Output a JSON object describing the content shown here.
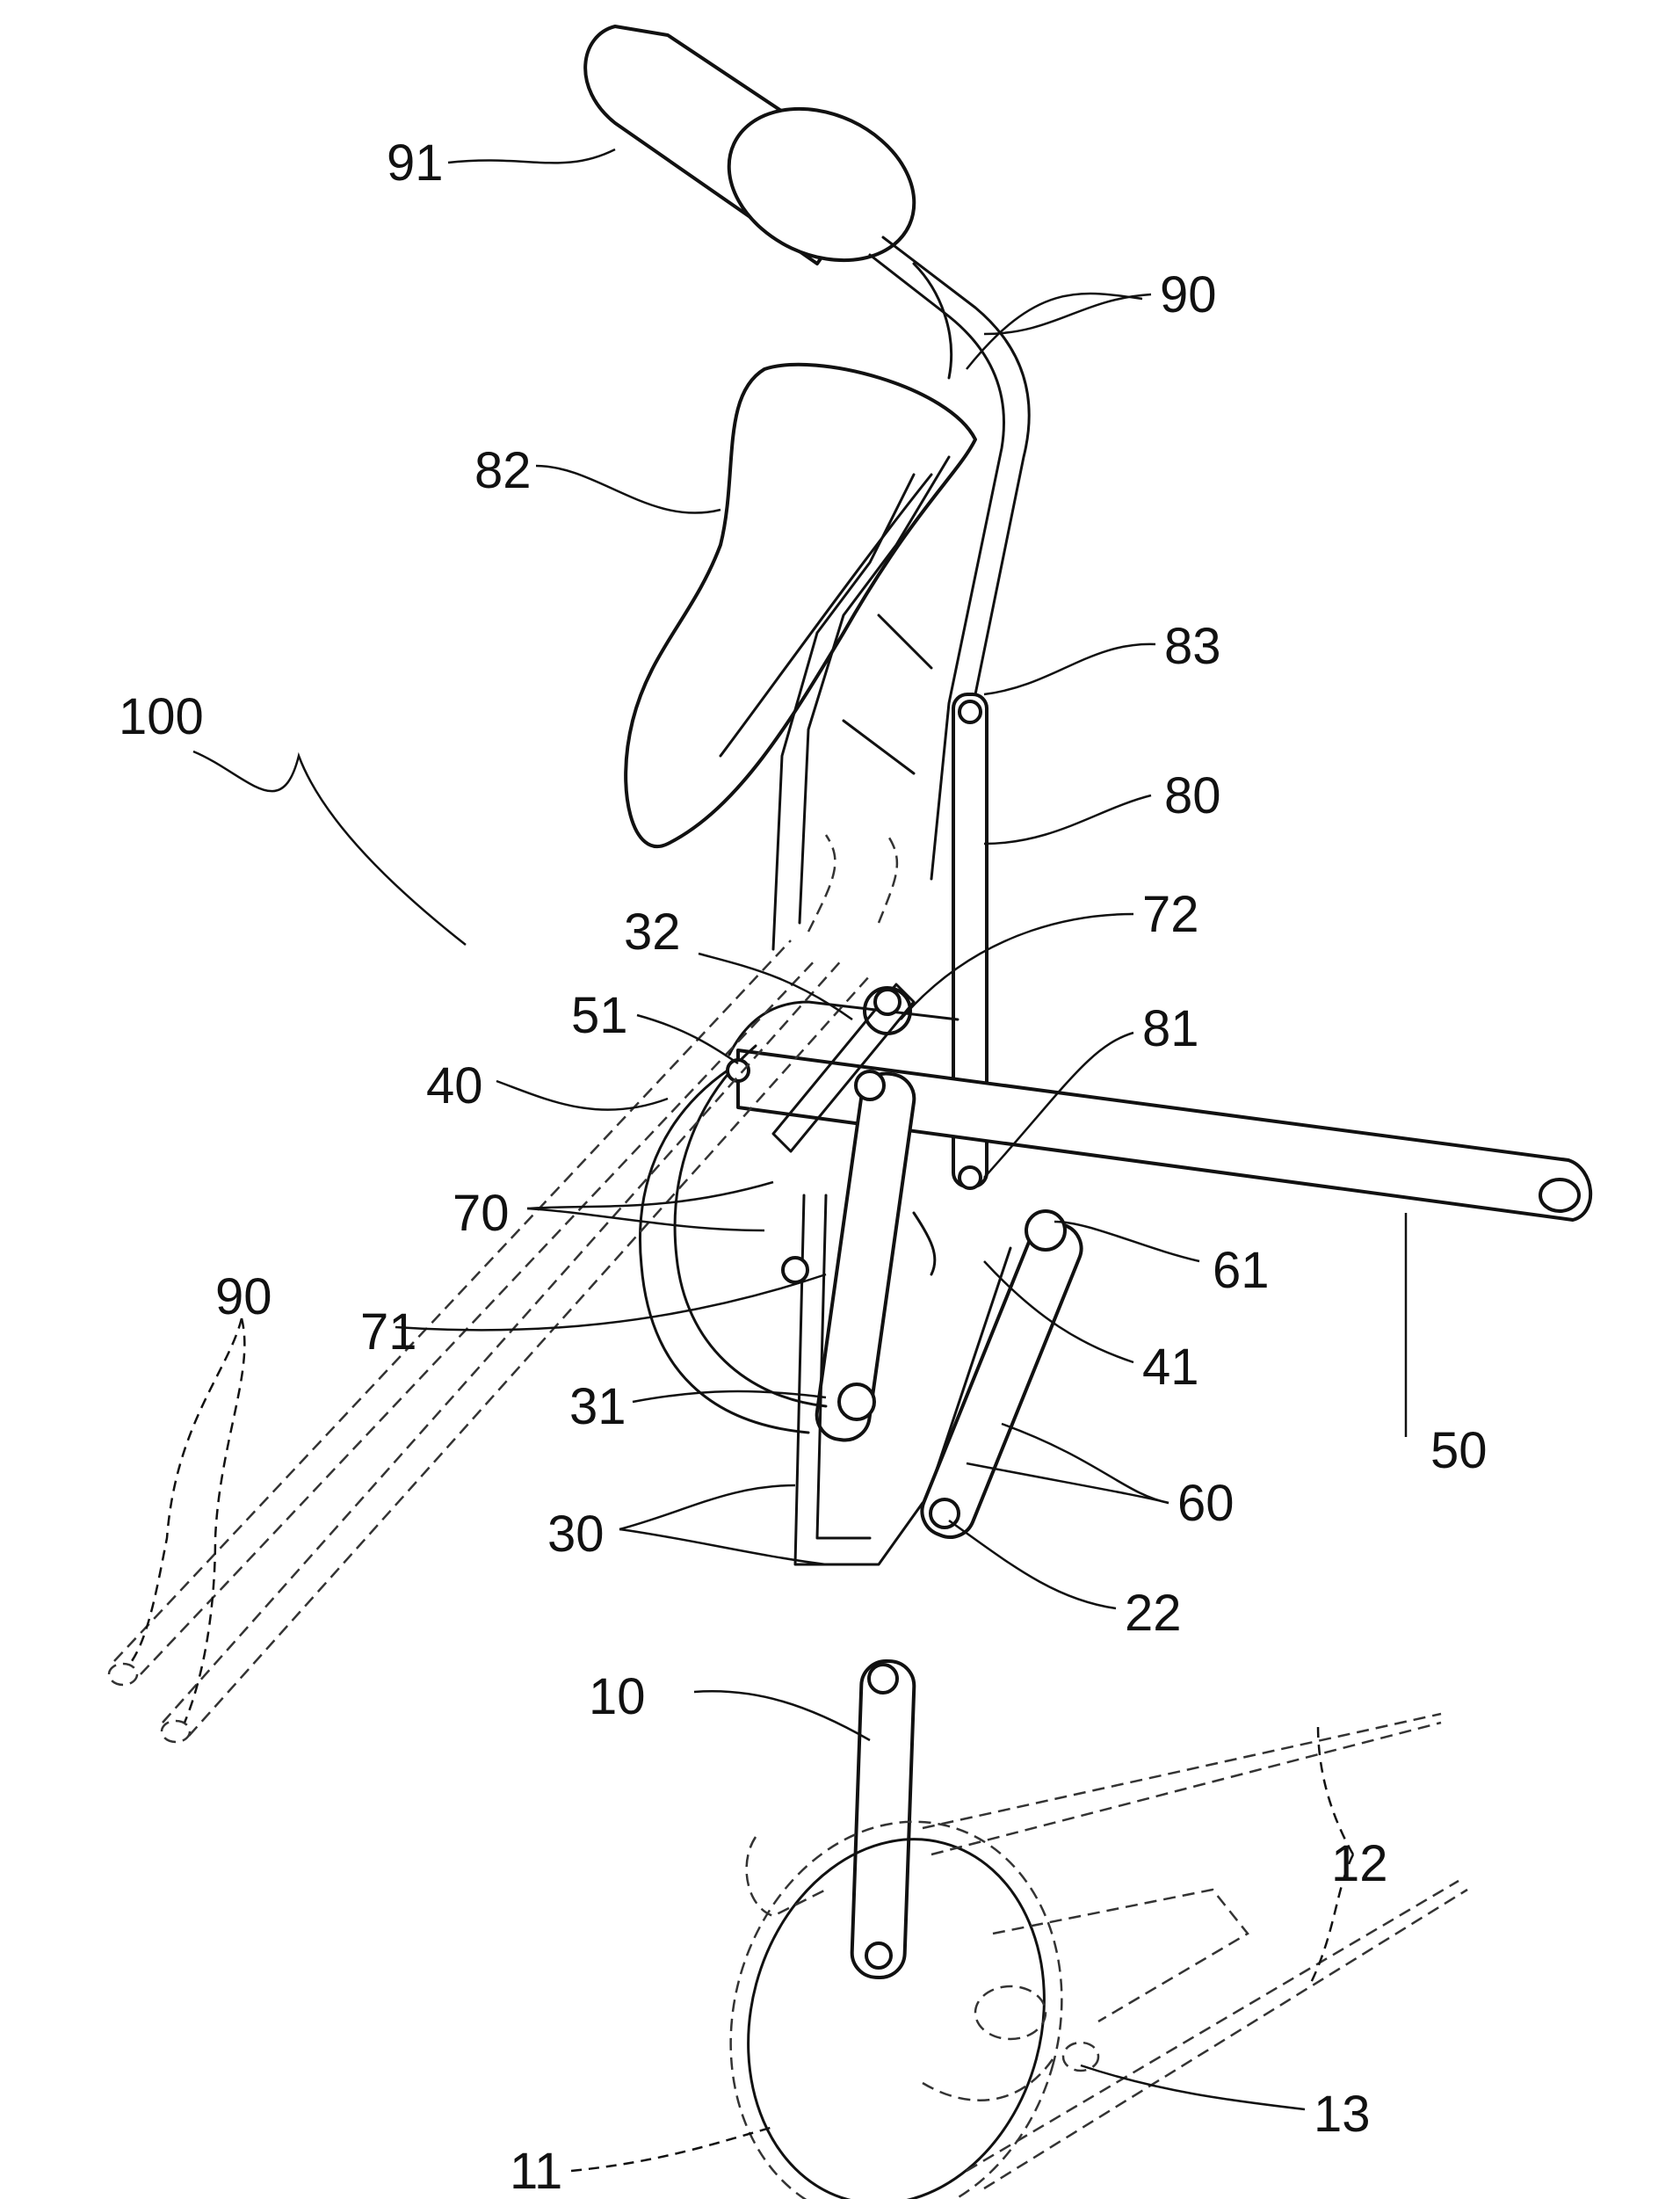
{
  "labels": {
    "l91": "91",
    "l90a": "90",
    "l82": "82",
    "l83": "83",
    "l100": "100",
    "l80": "80",
    "l32": "32",
    "l72": "72",
    "l51": "51",
    "l81": "81",
    "l40": "40",
    "l70": "70",
    "l61": "61",
    "l90b": "90",
    "l71": "71",
    "l41": "41",
    "l31": "31",
    "l50": "50",
    "l60": "60",
    "l30": "30",
    "l22": "22",
    "l10": "10",
    "l12": "12",
    "l13": "13",
    "l11": "11"
  }
}
